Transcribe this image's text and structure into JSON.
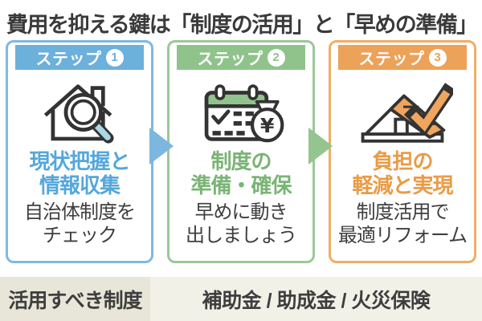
{
  "title": "費用を抑える鍵は「制度の活用」と「早めの準備」",
  "steps": [
    {
      "label": "ステップ",
      "number": "1",
      "icon": "house-magnifier-icon",
      "heading_line1": "現状把握と",
      "heading_line2": "情報収集",
      "body_line1": "自治体制度を",
      "body_line2": "チェック",
      "accent_color": "#6cb0dc",
      "heading_color": "#54a7da"
    },
    {
      "label": "ステップ",
      "number": "2",
      "icon": "calendar-moneybag-icon",
      "heading_line1": "制度の",
      "heading_line2": "準備・確保",
      "body_line1": "早めに動き",
      "body_line2": "出しましょう",
      "accent_color": "#90c38c",
      "heading_color": "#7ab475"
    },
    {
      "label": "ステップ",
      "number": "3",
      "icon": "house-check-icon",
      "heading_line1": "負担の",
      "heading_line2": "軽減と実現",
      "body_line1": "制度活用で",
      "body_line2": "最適リフォーム",
      "accent_color": "#eca258",
      "heading_color": "#ea9b45"
    }
  ],
  "footer": {
    "label": "活用すべき制度",
    "value": "補助金 / 助成金 / 火災保険"
  },
  "colors": {
    "title_text": "#3a3a3a",
    "body_text": "#3f3f3f",
    "footer_label_bg": "#e7e6d8",
    "footer_value_bg": "#f2f1e8",
    "arrow_blue": "#7cb7e0",
    "arrow_green": "#94c48f",
    "magnifier_handle": "#abd7e5",
    "calendar_header": "#90c48c",
    "roof_check_orange": "#efa55e"
  }
}
